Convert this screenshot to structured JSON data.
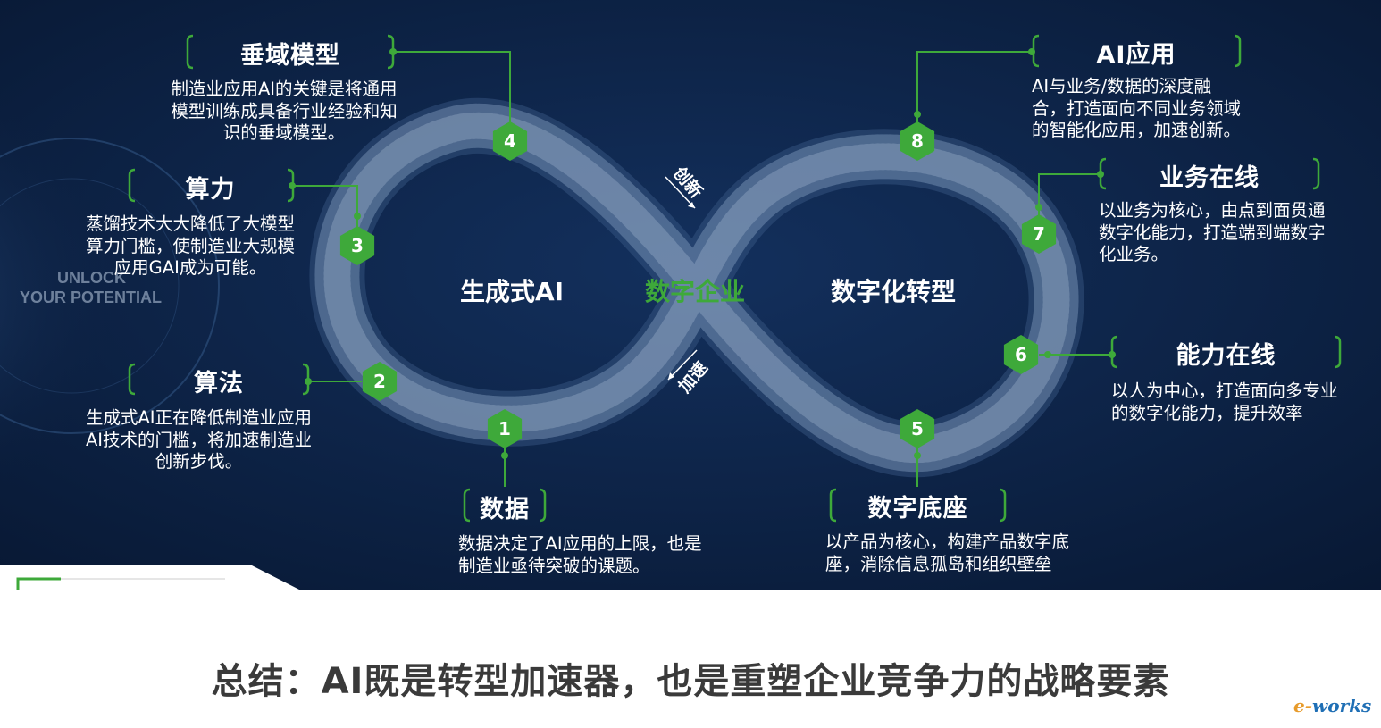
{
  "diagram": {
    "center_left": "生成式AI",
    "center_middle": "数字企业",
    "center_right": "数字化转型",
    "arrow_top_label": "创新",
    "arrow_bottom_label": "加速",
    "watermark_line1": "UNLOCK",
    "watermark_line2": "YOUR POTENTIAL",
    "accent_color": "#3ea93a",
    "panel_color": "#0b1d3e",
    "nodes": [
      {
        "num": "1",
        "title": "数据",
        "desc": "数据决定了AI应用的上限，也是制造业亟待突破的课题。"
      },
      {
        "num": "2",
        "title": "算法",
        "desc": "生成式AI正在降低制造业应用AI技术的门槛，将加速制造业创新步伐。"
      },
      {
        "num": "3",
        "title": "算力",
        "desc": "蒸馏技术大大降低了大模型算力门槛，使制造业大规模应用GAI成为可能。"
      },
      {
        "num": "4",
        "title": "垂域模型",
        "desc": "制造业应用AI的关键是将通用模型训练成具备行业经验和知识的垂域模型。"
      },
      {
        "num": "5",
        "title": "数字底座",
        "desc": "以产品为核心，构建产品数字底座，消除信息孤岛和组织壁垒"
      },
      {
        "num": "6",
        "title": "能力在线",
        "desc": "以人为中心，打造面向多专业的数字化能力，提升效率"
      },
      {
        "num": "7",
        "title": "业务在线",
        "desc": "以业务为核心，由点到面贯通数字化能力，打造端到端数字化业务。"
      },
      {
        "num": "8",
        "title": "AI应用",
        "desc": "AI与业务/数据的深度融合，打造面向不同业务领域的智能化应用，加速创新。"
      }
    ]
  },
  "summary": "总结：AI既是转型加速器，也是重塑企业竞争力的战略要素",
  "brand": {
    "left": "e-",
    "right": "works"
  }
}
